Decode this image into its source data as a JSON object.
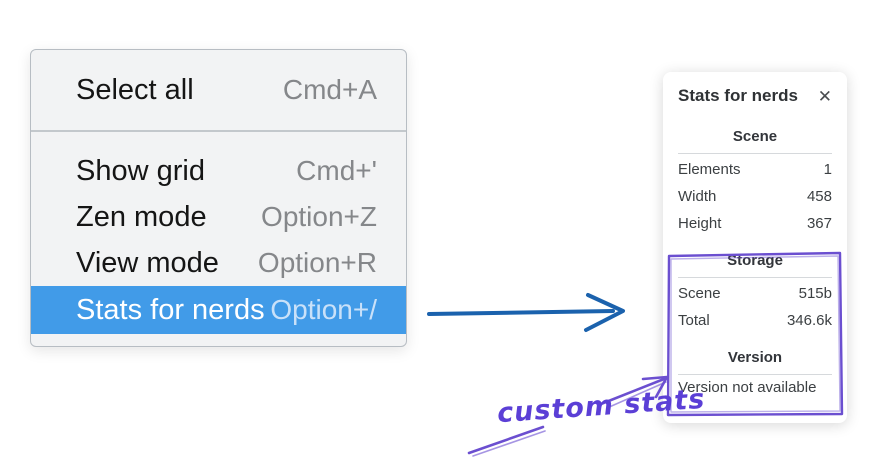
{
  "menu": {
    "groups": [
      {
        "items": [
          {
            "label": "Select all",
            "shortcut": "Cmd+A",
            "selected": false
          }
        ]
      },
      {
        "items": [
          {
            "label": "Show grid",
            "shortcut": "Cmd+'",
            "selected": false
          },
          {
            "label": "Zen mode",
            "shortcut": "Option+Z",
            "selected": false
          },
          {
            "label": "View mode",
            "shortcut": "Option+R",
            "selected": false
          },
          {
            "label": "Stats for nerds",
            "shortcut": "Option+/",
            "selected": true
          }
        ]
      }
    ]
  },
  "stats_panel": {
    "title": "Stats for nerds",
    "close_icon": "✕",
    "sections": [
      {
        "heading": "Scene",
        "rows": [
          {
            "label": "Elements",
            "value": "1"
          },
          {
            "label": "Width",
            "value": "458"
          },
          {
            "label": "Height",
            "value": "367"
          }
        ]
      },
      {
        "heading": "Storage",
        "rows": [
          {
            "label": "Scene",
            "value": "515b"
          },
          {
            "label": "Total",
            "value": "346.6k"
          }
        ]
      },
      {
        "heading": "Version",
        "note": "Version not available"
      }
    ]
  },
  "annotation": {
    "label": "custom stats"
  },
  "colors": {
    "menu_highlight": "#419be8",
    "menu_background": "#f2f3f4",
    "blue_arrow": "#1b62ad",
    "annotation_purple": "#6b4fd0",
    "annotation_text": "#5b3fd6"
  }
}
